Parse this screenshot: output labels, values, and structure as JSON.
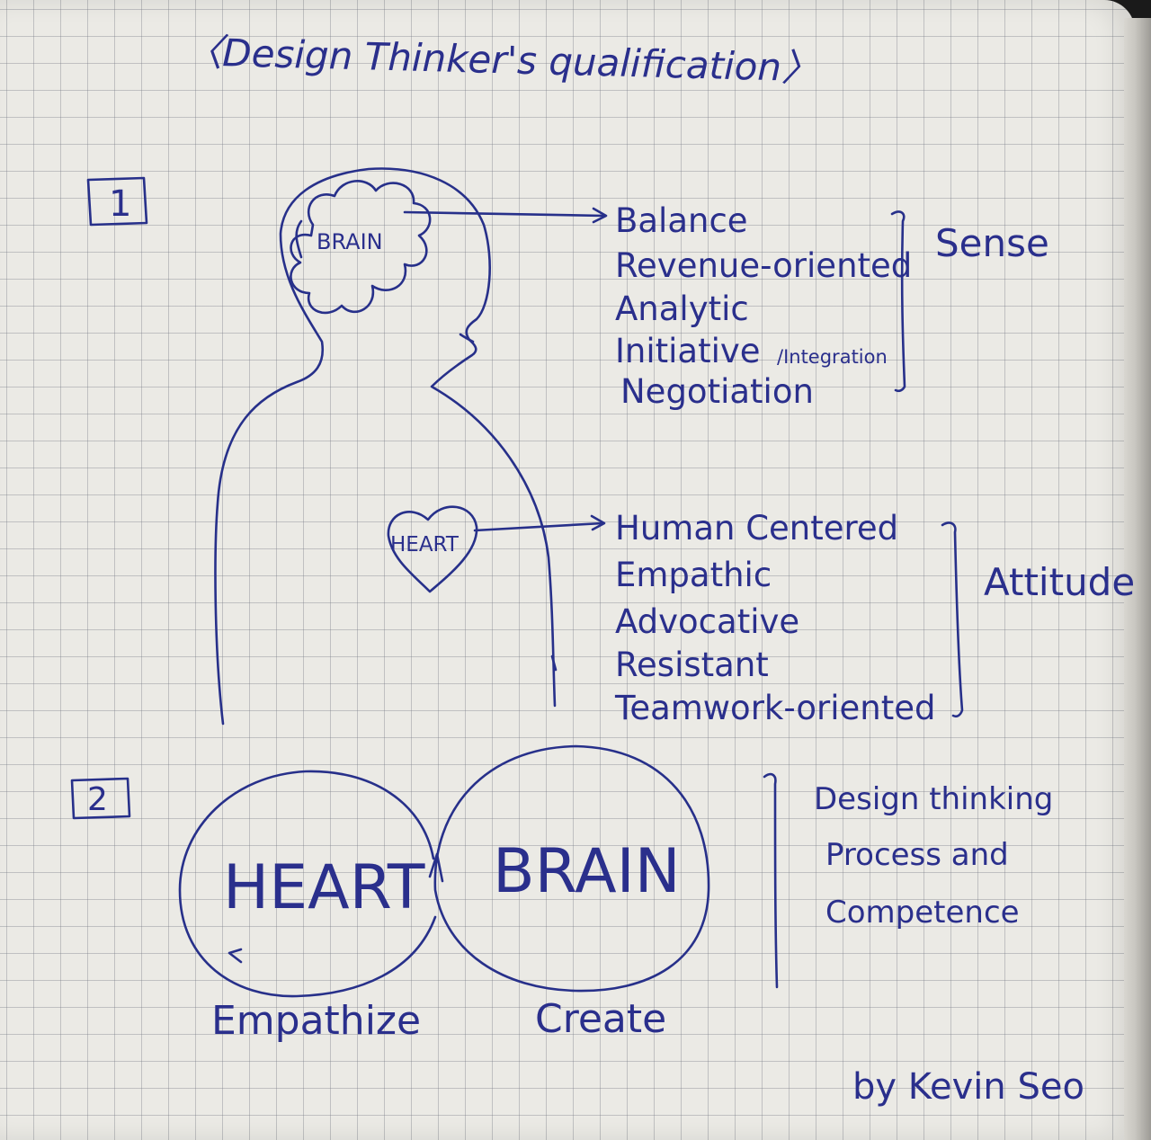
{
  "title": "〈Design Thinker's qualification〉",
  "section1": {
    "marker": "1",
    "brain_label": "BRAIN",
    "heart_label": "HEART",
    "sense": {
      "items": [
        "Balance",
        "Revenue-oriented",
        "Analytic",
        "Initiative",
        "Negotiation"
      ],
      "initiative_suffix": "/Integration",
      "group_label": "Sense"
    },
    "attitude": {
      "items": [
        "Human Centered",
        "Empathic",
        "Advocative",
        "Resistant",
        "Teamwork-oriented"
      ],
      "group_label": "Attitude"
    }
  },
  "section2": {
    "marker": "2",
    "heart_circle_label": "HEART",
    "brain_circle_label": "BRAIN",
    "heart_caption": "Empathize",
    "brain_caption": "Create",
    "group_label_lines": [
      "Design thinking",
      "Process and",
      "Competence"
    ]
  },
  "signature": "by Kevin Seo",
  "colors": {
    "ink": "#2a2f8c",
    "paper": "#ebeae5",
    "grid": "#787d87"
  }
}
